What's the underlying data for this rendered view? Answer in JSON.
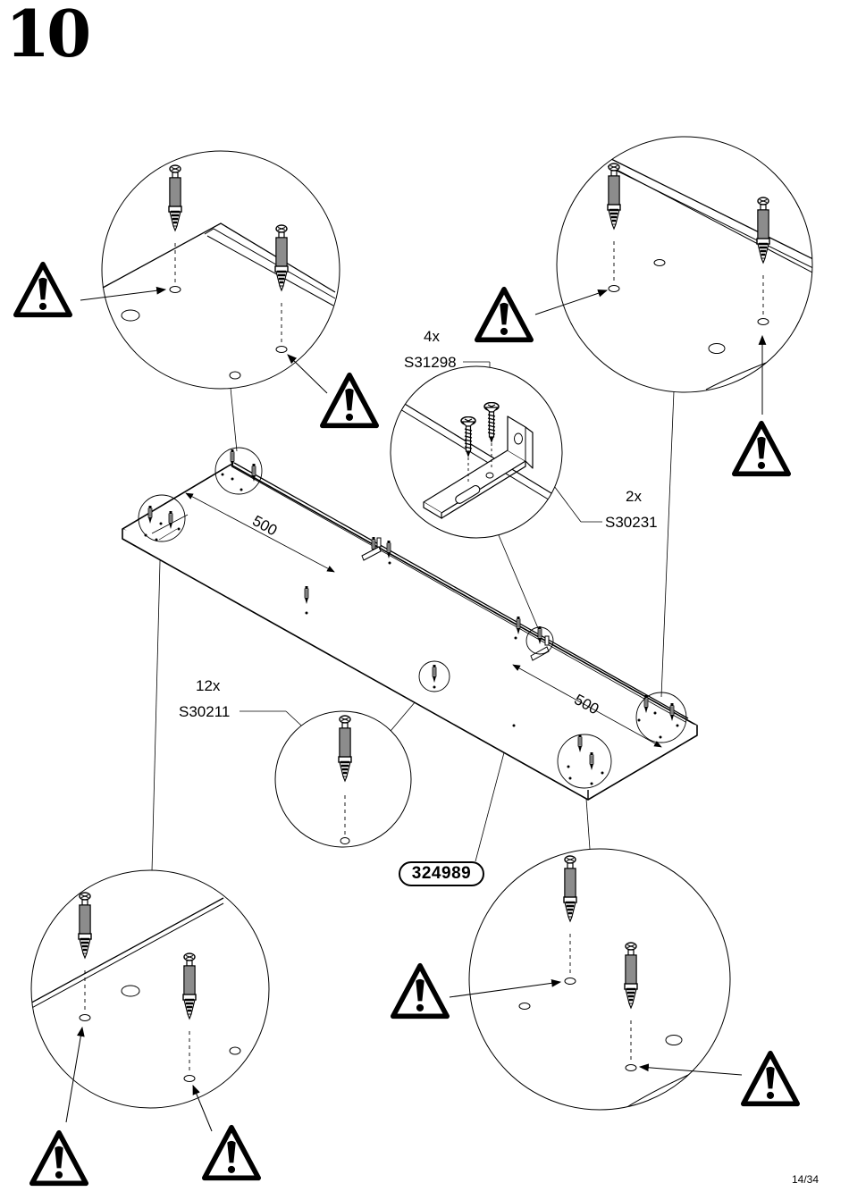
{
  "step": {
    "number": "10"
  },
  "parts": {
    "bracket_screw": {
      "qty": "4x",
      "code": "S31298"
    },
    "bracket": {
      "qty": "2x",
      "code": "S30231"
    },
    "dowel": {
      "qty": "12x",
      "code": "S30211"
    }
  },
  "panel": {
    "code": "324989"
  },
  "dimensions": {
    "left": "500",
    "right": "500"
  },
  "warning_icon": "caution-exclamation-triangle",
  "footer": {
    "page": "14/34"
  }
}
